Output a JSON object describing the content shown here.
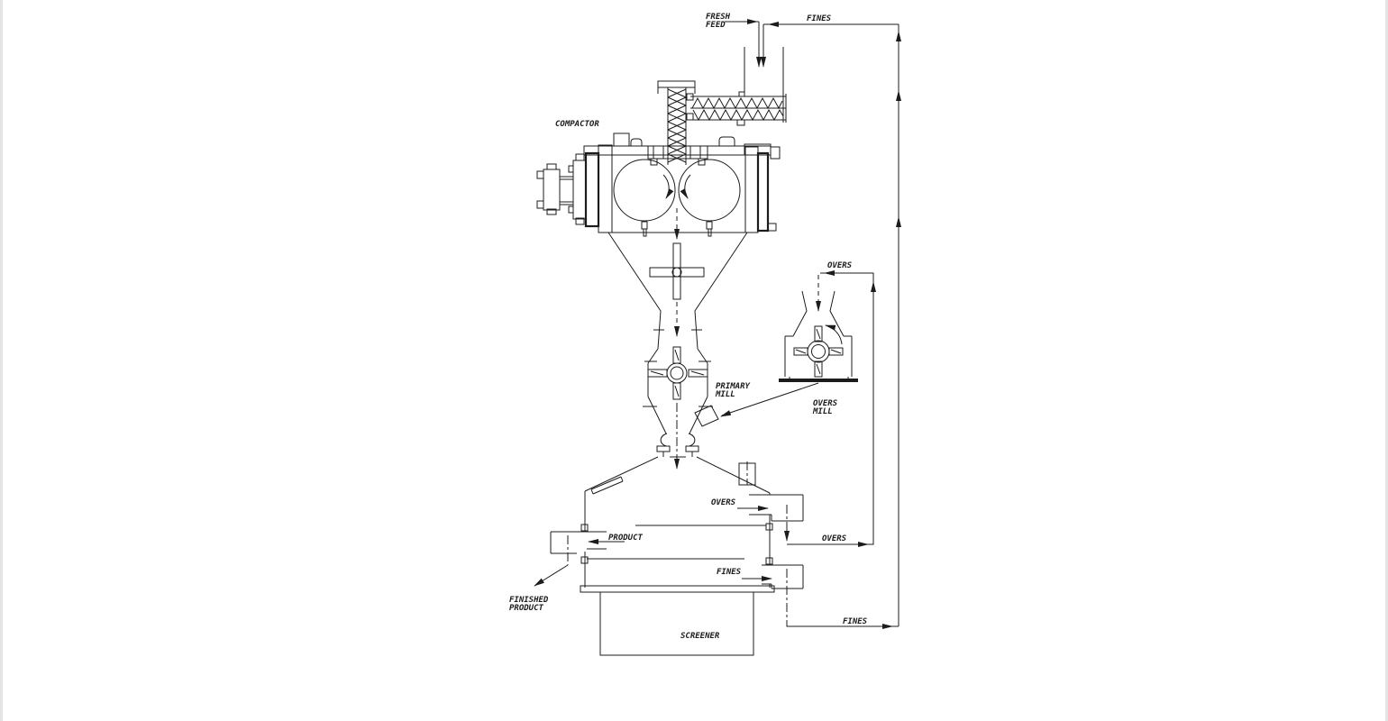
{
  "diagram": {
    "title_hint": "roller-compaction dry granulation process flow",
    "colors": {
      "line": "#1c1c1c",
      "background": "#ffffff"
    },
    "labels": {
      "fresh_feed": {
        "line1": "FRESH",
        "line2": "FEED"
      },
      "fines_top": "FINES",
      "compactor": "COMPACTOR",
      "primary_mill": {
        "line1": "PRIMARY",
        "line2": "MILL"
      },
      "overs_to_mill": "OVERS",
      "overs_mill": {
        "line1": "OVERS",
        "line2": "MILL"
      },
      "overs_outlet": "OVERS",
      "overs_return": "OVERS",
      "product": "PRODUCT",
      "fines_outlet": "FINES",
      "fines_return": "FINES",
      "finished_product": {
        "line1": "FINISHED",
        "line2": "PRODUCT"
      },
      "screener": "SCREENER"
    }
  }
}
